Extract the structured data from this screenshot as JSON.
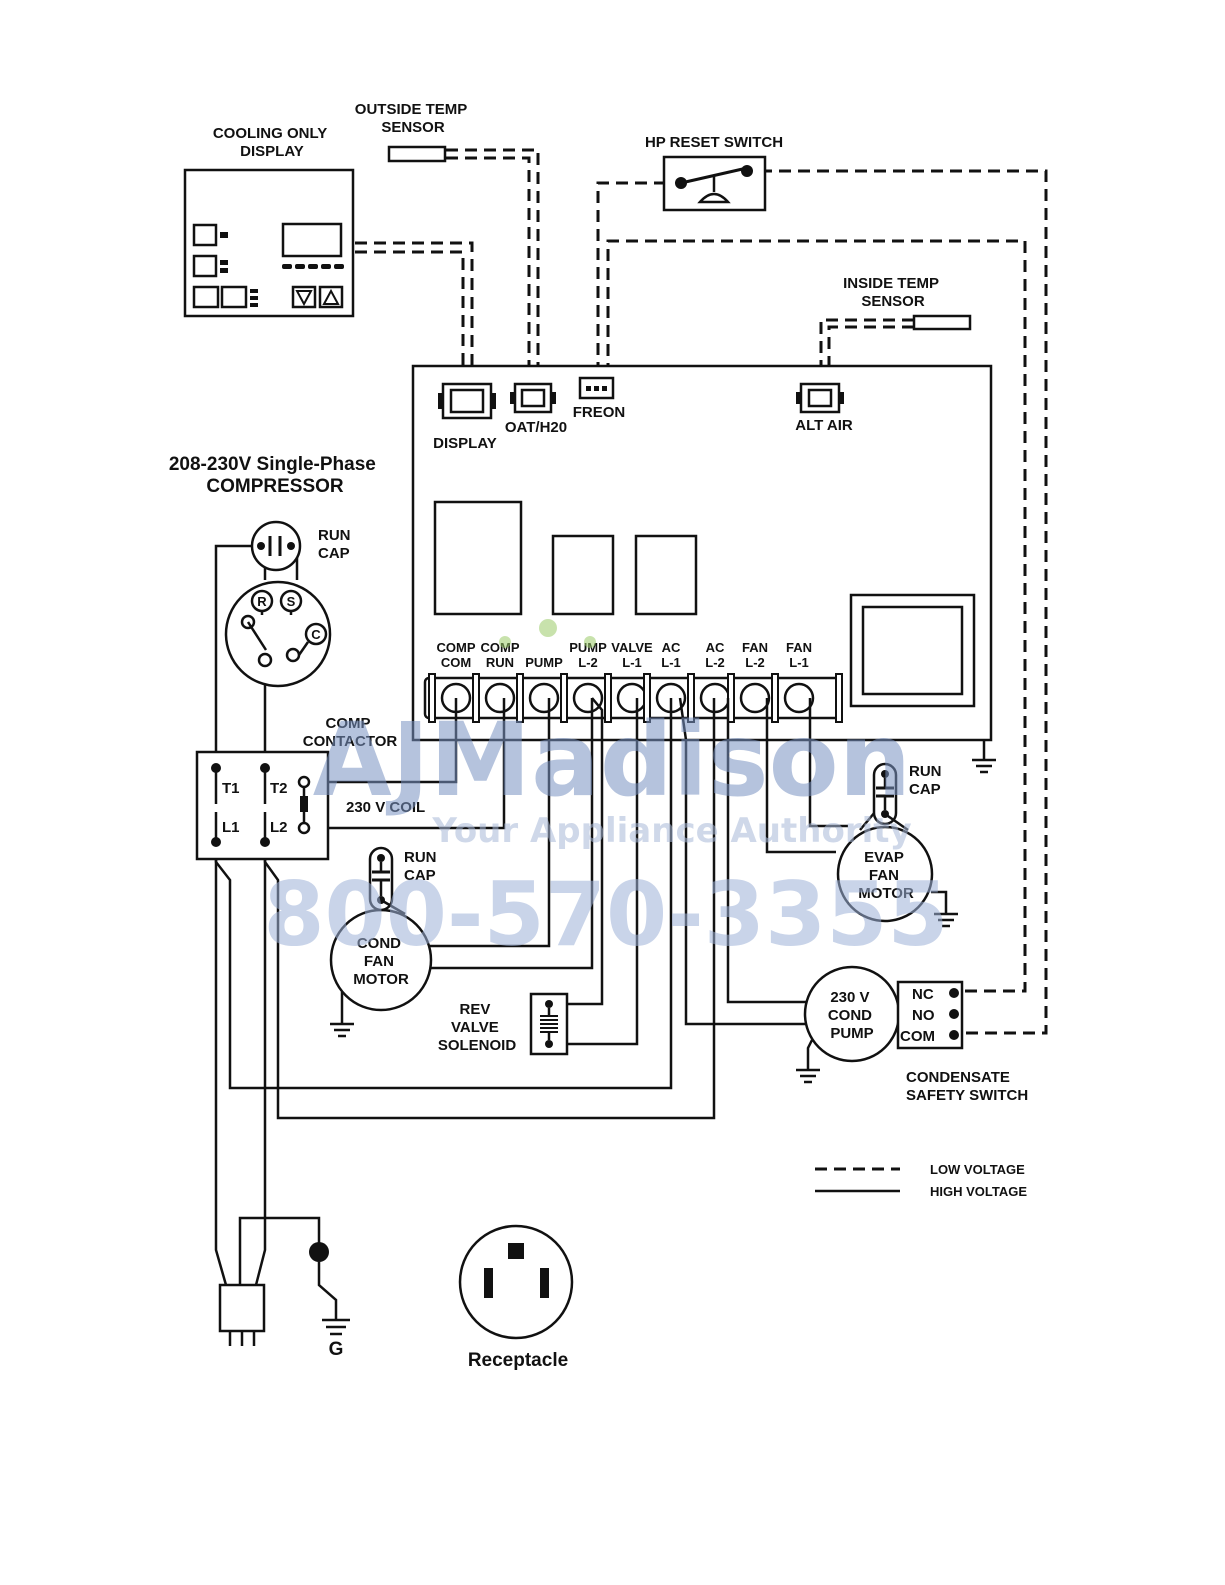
{
  "labels": {
    "cooling_display": [
      "COOLING ONLY",
      "DISPLAY"
    ],
    "outside_sensor": [
      "OUTSIDE TEMP",
      "SENSOR"
    ],
    "hp_reset": "HP RESET SWITCH",
    "inside_sensor": [
      "INSIDE TEMP",
      "SENSOR"
    ],
    "conn_display": "DISPLAY",
    "conn_oat": "OAT/H20",
    "conn_freon": "FREON",
    "conn_altair": "ALT AIR",
    "compressor": [
      "208-230V Single-Phase",
      "COMPRESSOR"
    ],
    "run_cap": [
      "RUN",
      "CAP"
    ],
    "cap_r": "R",
    "cap_s": "S",
    "cap_c": "C",
    "contactor": [
      "COMP",
      "CONTACTOR"
    ],
    "t1": "T1",
    "t2": "T2",
    "l1": "L1",
    "l2": "L2",
    "coil": "230 V  COIL",
    "cond_fan": [
      "COND",
      "FAN",
      "MOTOR"
    ],
    "evap_fan": [
      "EVAP",
      "FAN",
      "MOTOR"
    ],
    "rev_valve": [
      "REV",
      "VALVE",
      "SOLENOID"
    ],
    "cond_pump": [
      "230 V",
      "COND",
      "PUMP"
    ],
    "switch_nc": "NC",
    "switch_no": "NO",
    "switch_com": "COM",
    "condensate": [
      "CONDENSATE",
      "SAFETY SWITCH"
    ],
    "legend_low": "LOW VOLTAGE",
    "legend_high": "HIGH VOLTAGE",
    "ground": "G",
    "receptacle": "Receptacle"
  },
  "terminals": [
    [
      "COMP",
      "COM"
    ],
    [
      "COMP",
      "RUN"
    ],
    [
      "",
      "PUMP"
    ],
    [
      "PUMP",
      "L-2"
    ],
    [
      "VALVE",
      "L-1"
    ],
    [
      "AC",
      "L-1"
    ],
    [
      "AC",
      "L-2"
    ],
    [
      "FAN",
      "L-2"
    ],
    [
      "FAN",
      "L-1"
    ]
  ],
  "watermark": {
    "brand": "AJMadison",
    "tagline": "Your Appliance Authority",
    "phone": "800-570-3355"
  },
  "colors": {
    "line": "#111111",
    "watermark": "#7a93c2",
    "watermark_dot": "#9ccc6a"
  }
}
